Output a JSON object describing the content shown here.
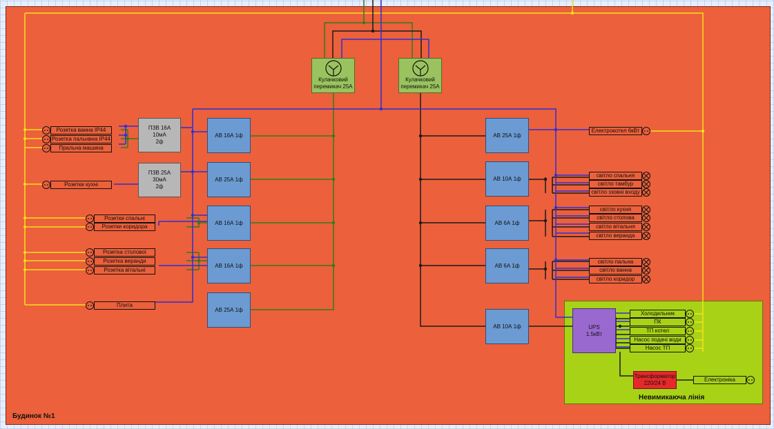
{
  "house_title": "Будинок №1",
  "nonstop_title": "Невимикаюча лінія",
  "switches": [
    {
      "label": "Кулачковий\nперемикач 25А"
    },
    {
      "label": "Кулачковий\nперемикач 25А"
    }
  ],
  "rcds": [
    {
      "label": "ПЗВ 16А\n10мА\n2ф"
    },
    {
      "label": "ПЗВ 25А\n30мА\n2ф"
    }
  ],
  "left_breakers": [
    {
      "label": "АВ 16А 1ф"
    },
    {
      "label": "АВ 25А 1ф"
    },
    {
      "label": "АВ 16А 1ф"
    },
    {
      "label": "АВ 16А 1ф"
    },
    {
      "label": "АВ 25А 1ф"
    }
  ],
  "right_breakers": [
    {
      "label": "АВ 25А 1ф"
    },
    {
      "label": "АВ 10А 1ф"
    },
    {
      "label": "АВ 6А 1ф"
    },
    {
      "label": "АВ 6А 1ф"
    },
    {
      "label": "АВ 10А 1ф"
    }
  ],
  "left_loads": [
    {
      "label": "Розетка ванна IP44"
    },
    {
      "label": "Розетка пальнвна IP44"
    },
    {
      "label": "Пральна машина"
    },
    {
      "label": "Розетки кухні"
    },
    {
      "label": "Розетки спальні"
    },
    {
      "label": "Розетки коридора"
    },
    {
      "label": "Розетка столової"
    },
    {
      "label": "Розетка веранди"
    },
    {
      "label": "Розетка вітальні"
    },
    {
      "label": "Плита"
    }
  ],
  "right_loads": [
    {
      "label": "Електрокотел 6кВт"
    },
    {
      "label": "світло спальня"
    },
    {
      "label": "світло тамбур"
    },
    {
      "label": "світло ззовні входу"
    },
    {
      "label": "світло кухня"
    },
    {
      "label": "світло столова"
    },
    {
      "label": "світло вітальня"
    },
    {
      "label": "світло веранда"
    },
    {
      "label": "світло пальна"
    },
    {
      "label": "світло ванна"
    },
    {
      "label": "світло коридор"
    }
  ],
  "ups": {
    "label": "UPS\n1.5кВт"
  },
  "ups_loads": [
    {
      "label": "Холодильник"
    },
    {
      "label": "ПК"
    },
    {
      "label": "ТП котел"
    },
    {
      "label": "Насос подачі води"
    },
    {
      "label": "Насос ТП"
    }
  ],
  "transformer": {
    "label": "Трансформатор\n220/24 В"
  },
  "electronics": {
    "label": "Електроніка"
  },
  "colors": {
    "house_bg": "#ec603b",
    "nonstop_bg": "#a8d216",
    "breaker": "#6b9bd2",
    "rcd": "#b7b7b7",
    "switch": "#9ac35f",
    "ups": "#9a69cf",
    "transformer": "#e5292a",
    "phase_wire": "#2d2fd6",
    "neutral_wire": "#1a1a1a",
    "earth_wire": "#2e7d1a",
    "pe_wire": "#f5e11a"
  }
}
